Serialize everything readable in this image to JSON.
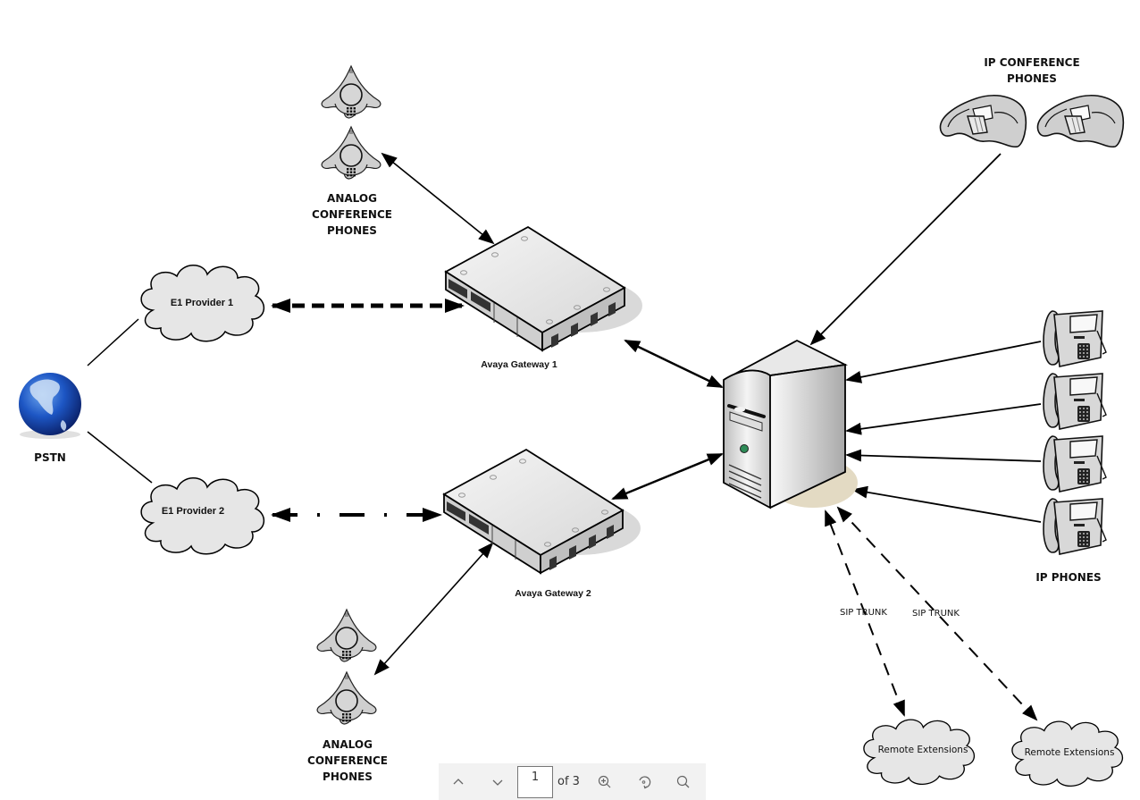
{
  "diagram": {
    "nodes": {
      "pstn": {
        "label": "PSTN",
        "icon": "globe-icon"
      },
      "e1_provider_1": {
        "label": "E1 Provider 1",
        "icon": "cloud-icon"
      },
      "e1_provider_2": {
        "label": "E1 Provider 2",
        "icon": "cloud-icon"
      },
      "gateway_1": {
        "label": "Avaya Gateway 1",
        "icon": "gateway-icon"
      },
      "gateway_2": {
        "label": "Avaya Gateway 2",
        "icon": "gateway-icon"
      },
      "server": {
        "label": "",
        "icon": "server-tower-icon"
      },
      "analog_top": {
        "label_lines": [
          "ANALOG",
          "CONFERENCE",
          "PHONES"
        ],
        "icon": "analog-conference-phone-icon",
        "count": 2
      },
      "analog_bottom": {
        "label_lines": [
          "ANALOG",
          "CONFERENCE",
          "PHONES"
        ],
        "icon": "analog-conference-phone-icon",
        "count": 2
      },
      "ip_conference": {
        "label_lines": [
          "IP CONFERENCE",
          "PHONES"
        ],
        "icon": "ip-conference-phone-icon",
        "count": 2
      },
      "ip_phones": {
        "label": "IP PHONES",
        "icon": "ip-desk-phone-icon",
        "count": 4
      },
      "remote_ext_1": {
        "label": "Remote Extensions",
        "icon": "cloud-icon"
      },
      "remote_ext_2": {
        "label": "Remote Extensions",
        "icon": "cloud-icon"
      }
    },
    "edges": [
      {
        "from": "pstn",
        "to": "e1_provider_1",
        "style": "solid"
      },
      {
        "from": "pstn",
        "to": "e1_provider_2",
        "style": "solid"
      },
      {
        "from": "e1_provider_1",
        "to": "gateway_1",
        "style": "dashed-bold",
        "arrows": "both"
      },
      {
        "from": "e1_provider_2",
        "to": "gateway_2",
        "style": "dash-dot-bold",
        "arrows": "both"
      },
      {
        "from": "analog_top",
        "to": "gateway_1",
        "style": "solid",
        "arrows": "both"
      },
      {
        "from": "analog_bottom",
        "to": "gateway_2",
        "style": "solid",
        "arrows": "both"
      },
      {
        "from": "gateway_1",
        "to": "server",
        "style": "solid-bold",
        "arrows": "both"
      },
      {
        "from": "gateway_2",
        "to": "server",
        "style": "solid-bold",
        "arrows": "both"
      },
      {
        "from": "ip_conference",
        "to": "server",
        "style": "solid",
        "arrows": "to"
      },
      {
        "from": "ip_phones",
        "to": "server",
        "style": "solid",
        "arrows": "to",
        "count": 4
      },
      {
        "from": "remote_ext_1",
        "to": "server",
        "style": "dashed",
        "arrows": "both",
        "label": "SIP TRUNK"
      },
      {
        "from": "remote_ext_2",
        "to": "server",
        "style": "dashed",
        "arrows": "both",
        "label": "SIP TRUNK"
      }
    ]
  },
  "colors": {
    "cloud_fill": "#e6e6e6",
    "device_fill": "#d9d9d9",
    "server_shadow": "#e3dac3",
    "gateway_shadow": "#d9d9d9",
    "globe_blue": "#1a4fb0",
    "toolbar_bg": "#f2f2f2"
  },
  "toolbar": {
    "prev_page": "chevron-up-icon",
    "next_page": "chevron-down-icon",
    "current_page": "1",
    "total_label": "of 3",
    "zoom_in": "zoom-in-icon",
    "rotate": "rotate-icon",
    "search": "search-icon"
  }
}
